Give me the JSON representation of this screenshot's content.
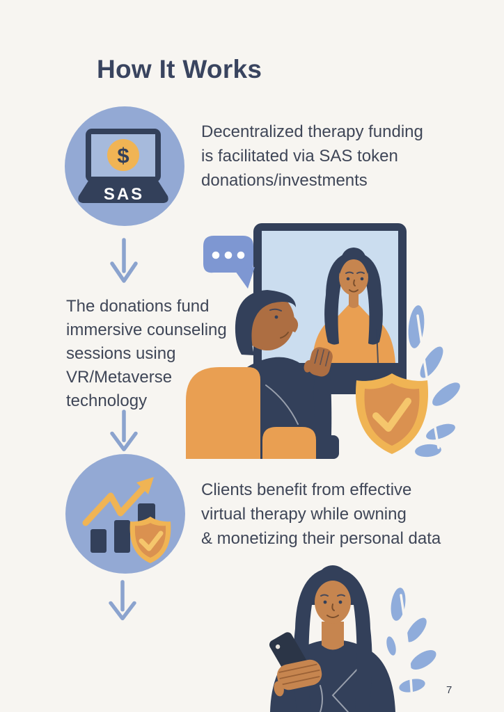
{
  "page": {
    "title": "How It Works",
    "page_number": "7"
  },
  "palette": {
    "bg": "#F7F5F1",
    "navy": "#33405A",
    "navy_deep": "#2B3547",
    "text": "#3F4657",
    "title": "#39445F",
    "circle_blue": "#93A9D4",
    "arrow_blue": "#8BA3CE",
    "bubble_blue": "#7E97D2",
    "screen_blue": "#CBDDEF",
    "laptop_screen_blue": "#A6BADC",
    "plant_blue": "#8FACDB",
    "gold": "#F0B454",
    "gold_deep": "#DA9150",
    "gold_check": "#F5C66C",
    "orange": "#E99F52",
    "skin": "#C6854F",
    "skin_deep": "#AD6E42"
  },
  "flow": {
    "step1": {
      "icon": "sas-laptop",
      "coin_symbol": "$",
      "laptop_label": "SAS",
      "lines": [
        "Decentralized therapy funding",
        "is facilitated via SAS token",
        "donations/investments"
      ]
    },
    "step2": {
      "lines": [
        "The donations fund",
        "immersive counseling",
        "sessions using",
        "VR/Metaverse",
        "technology"
      ]
    },
    "step3": {
      "icon": "growth-chart-shield",
      "lines": [
        "Clients benefit from effective",
        "virtual therapy while owning",
        "& monetizing their personal data"
      ]
    }
  }
}
